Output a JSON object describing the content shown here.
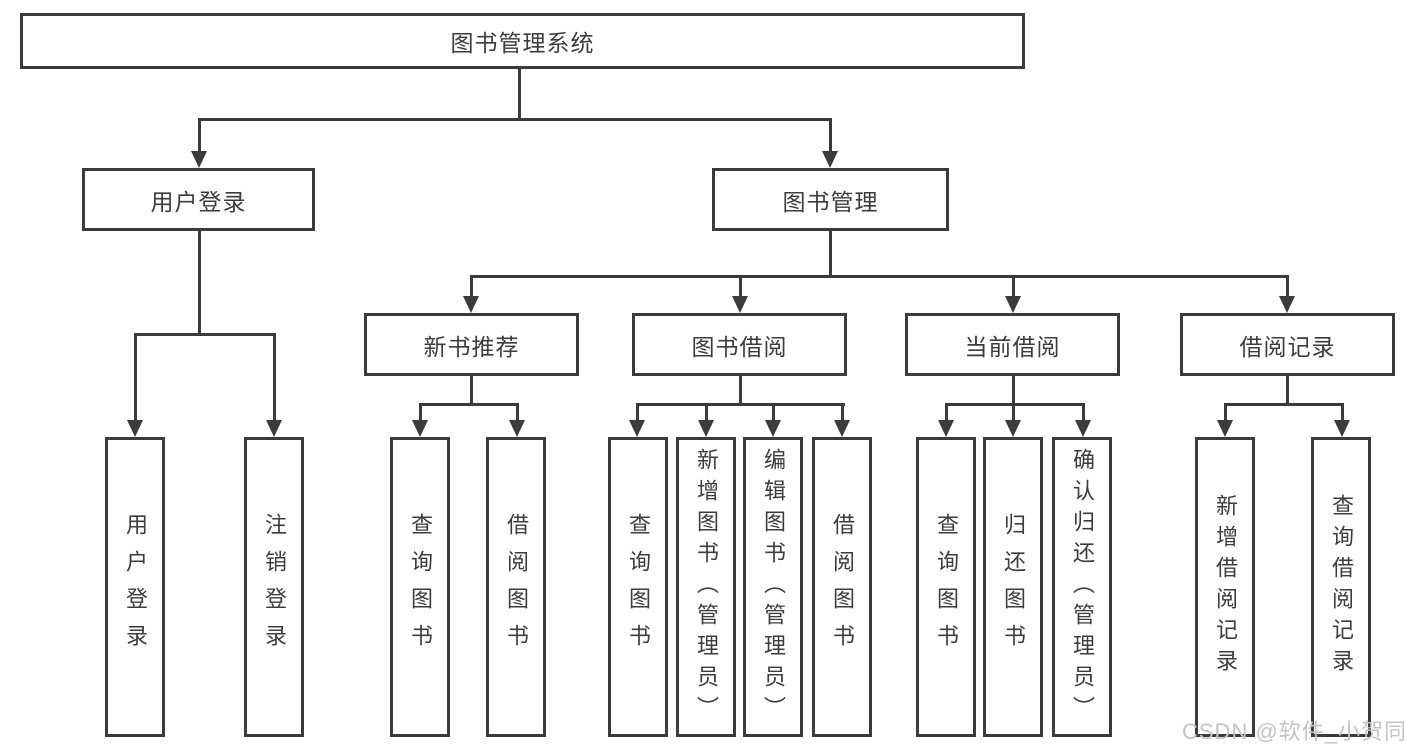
{
  "diagram": {
    "root": {
      "label": "图书管理系统"
    },
    "level2": {
      "user_login": {
        "label": "用户登录"
      },
      "book_mgmt": {
        "label": "图书管理"
      }
    },
    "level3": {
      "new_book_rec": {
        "label": "新书推荐"
      },
      "book_borrow": {
        "label": "图书借阅"
      },
      "current_borrow": {
        "label": "当前借阅"
      },
      "borrow_records": {
        "label": "借阅记录"
      }
    },
    "leaves": {
      "user": [
        "用户登录",
        "注销登录"
      ],
      "rec": [
        "查询图书",
        "借阅图书"
      ],
      "borrow": [
        "查询图书",
        "新增图书（管理员）",
        "编辑图书（管理员）",
        "借阅图书"
      ],
      "current": [
        "查询图书",
        "归还图书",
        "确认归还（管理员）"
      ],
      "records": [
        "新增借阅记录",
        "查询借阅记录"
      ]
    },
    "colors": {
      "line": "#3b3b3b",
      "box_border": "#3b3b3b",
      "text": "#3c3c3c",
      "background": "#ffffff",
      "watermark": "#c3c3c3"
    }
  },
  "watermark": {
    "text": "CSDN @软件_小贺同学"
  }
}
